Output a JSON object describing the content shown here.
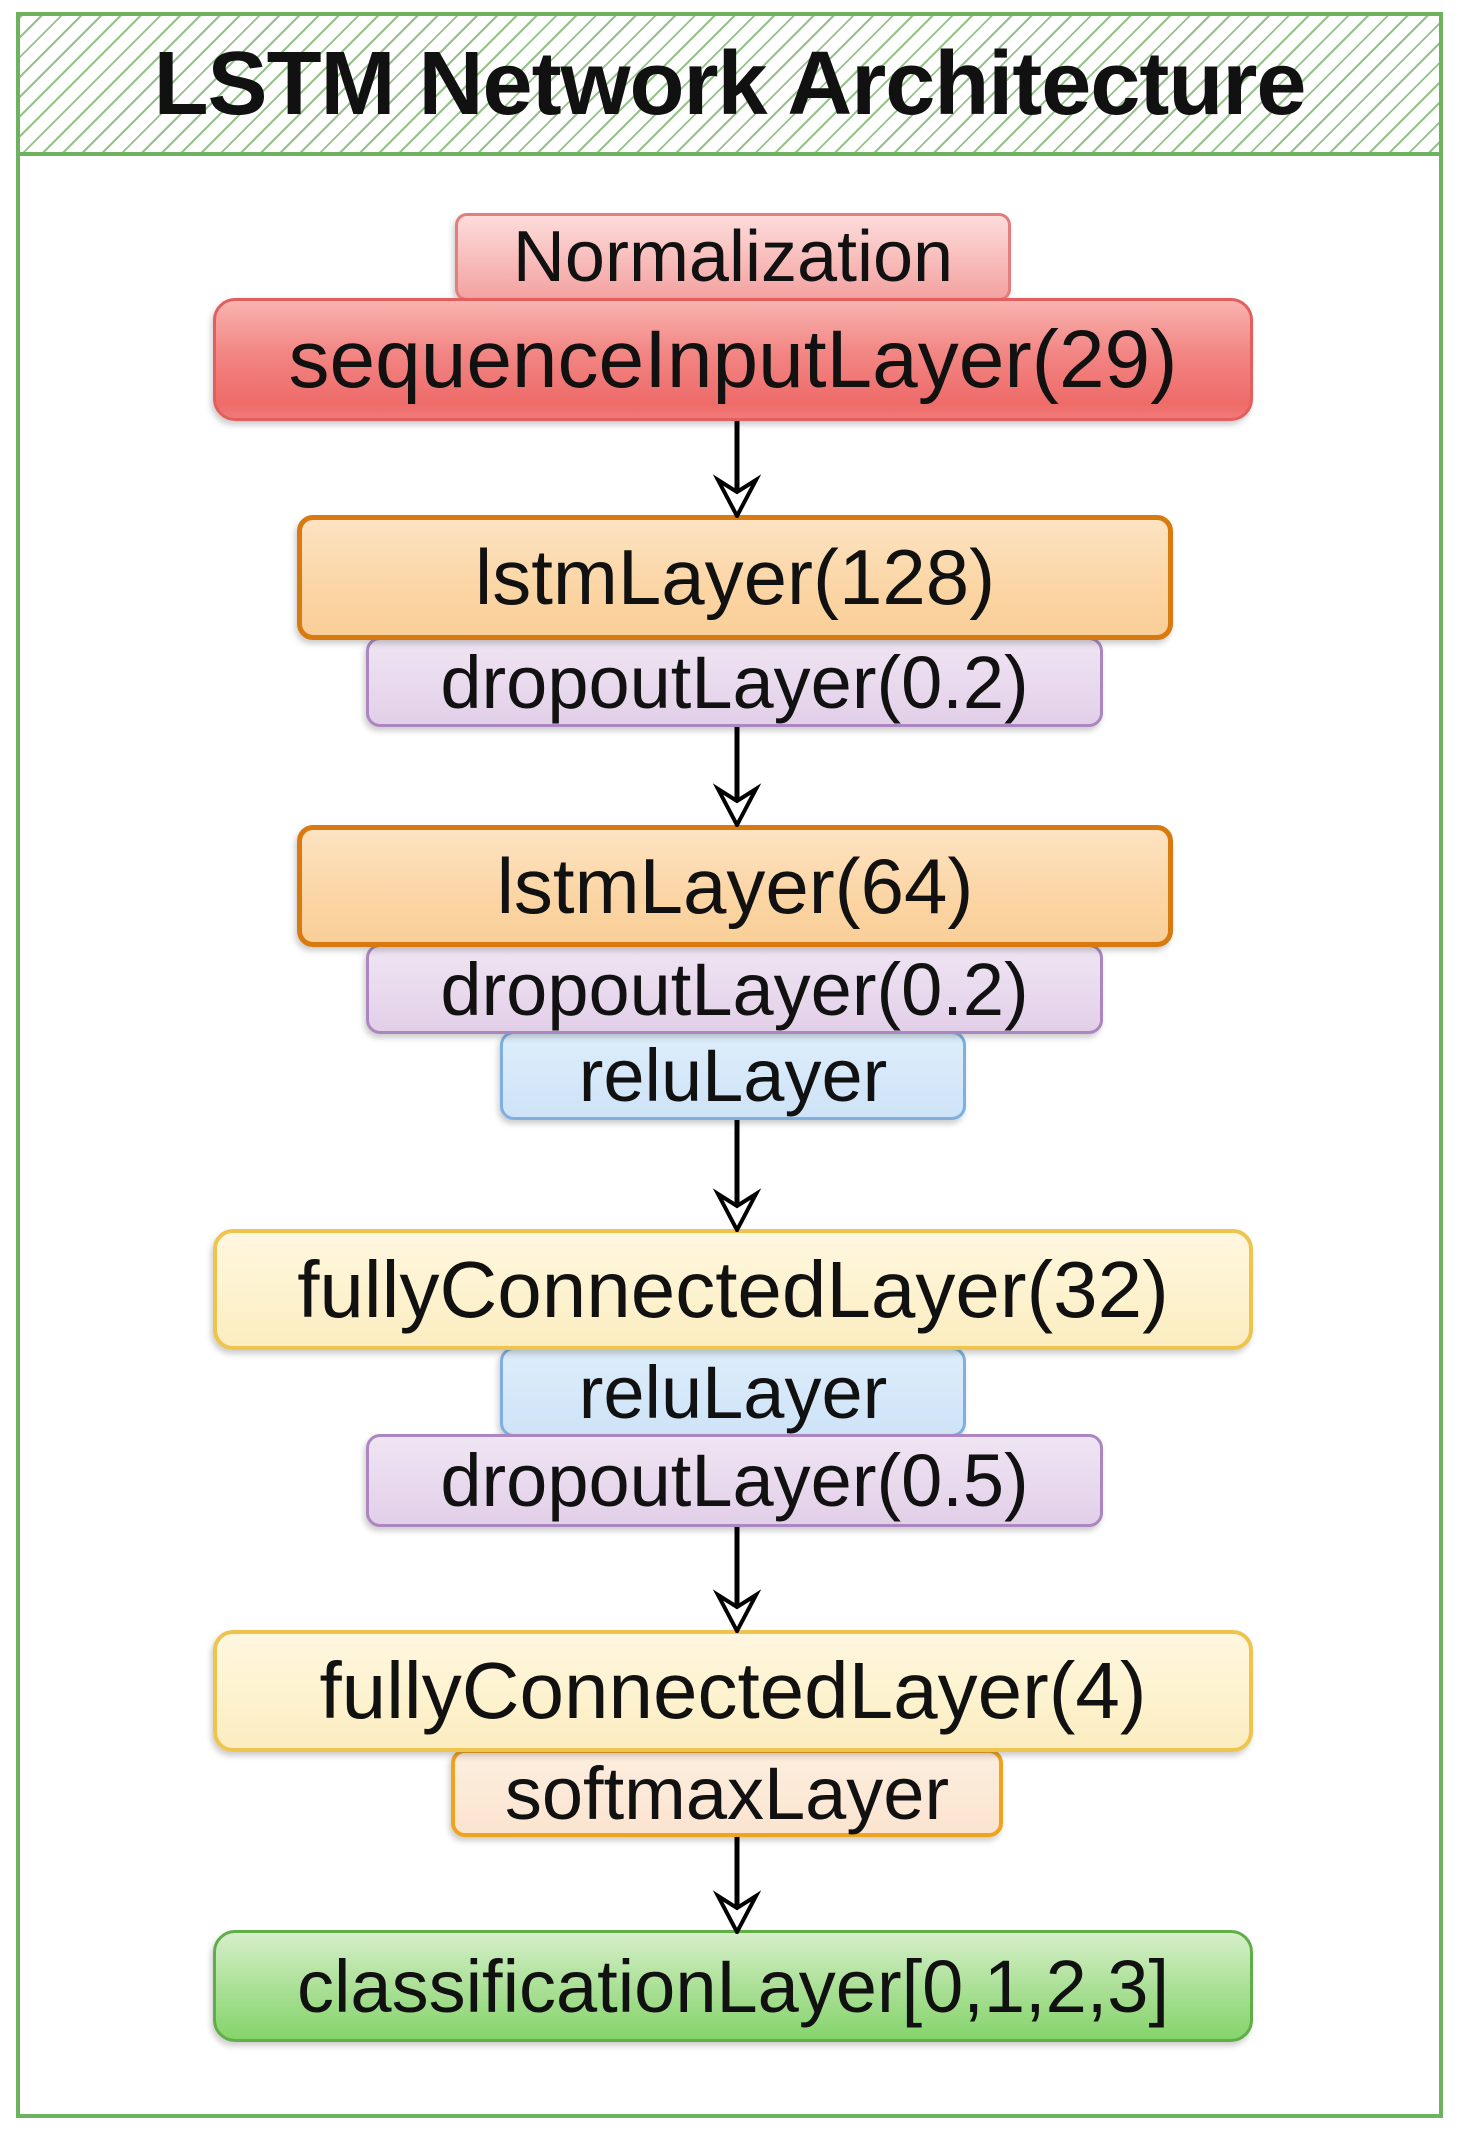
{
  "title": "LSTM Network Architecture",
  "palette": {
    "frame_border_green": "#6cb25f",
    "hatch_line_green": "#70ad60",
    "input_red_fill": "#f07a78",
    "input_red_border": "#e25f5d",
    "normalization_pink_fill": "#f8bcba",
    "normalization_pink_border": "#e07f7e",
    "lstm_orange_fill": "#fbd5a4",
    "lstm_orange_border": "#d97a10",
    "dropout_purple_fill": "#e8d8ed",
    "dropout_purple_border": "#ac86c0",
    "relu_blue_fill": "#d4e6f9",
    "relu_blue_border": "#7db0e0",
    "fc_yellow_fill": "#fdf2cd",
    "fc_yellow_border": "#eec44f",
    "softmax_peach_fill": "#fbe4d0",
    "softmax_peach_border": "#f0a31d",
    "classification_green_fill": "#a8df93",
    "classification_green_border": "#5fae49",
    "arrow_black": "#000000",
    "text_black": "#111111"
  },
  "diagram": {
    "nodes": [
      {
        "id": "normalization",
        "label": "Normalization"
      },
      {
        "id": "sequence-input",
        "label": "sequenceInputLayer(29)"
      },
      {
        "id": "lstm-1",
        "label": "lstmLayer(128)"
      },
      {
        "id": "dropout-1",
        "label": "dropoutLayer(0.2)"
      },
      {
        "id": "lstm-2",
        "label": "lstmLayer(64)"
      },
      {
        "id": "dropout-2",
        "label": "dropoutLayer(0.2)"
      },
      {
        "id": "relu-1",
        "label": "reluLayer"
      },
      {
        "id": "fully-connected-1",
        "label": "fullyConnectedLayer(32)"
      },
      {
        "id": "relu-2",
        "label": "reluLayer"
      },
      {
        "id": "dropout-3",
        "label": "dropoutLayer(0.5)"
      },
      {
        "id": "fully-connected-2",
        "label": "fullyConnectedLayer(4)"
      },
      {
        "id": "softmax",
        "label": "softmaxLayer"
      },
      {
        "id": "classification",
        "label": "classificationLayer[0,1,2,3]"
      }
    ],
    "connections": [
      {
        "from": "sequence-input",
        "to": "lstm-1"
      },
      {
        "from": "dropout-1",
        "to": "lstm-2"
      },
      {
        "from": "relu-1",
        "to": "fully-connected-1"
      },
      {
        "from": "dropout-3",
        "to": "fully-connected-2"
      },
      {
        "from": "softmax",
        "to": "classification"
      }
    ]
  }
}
